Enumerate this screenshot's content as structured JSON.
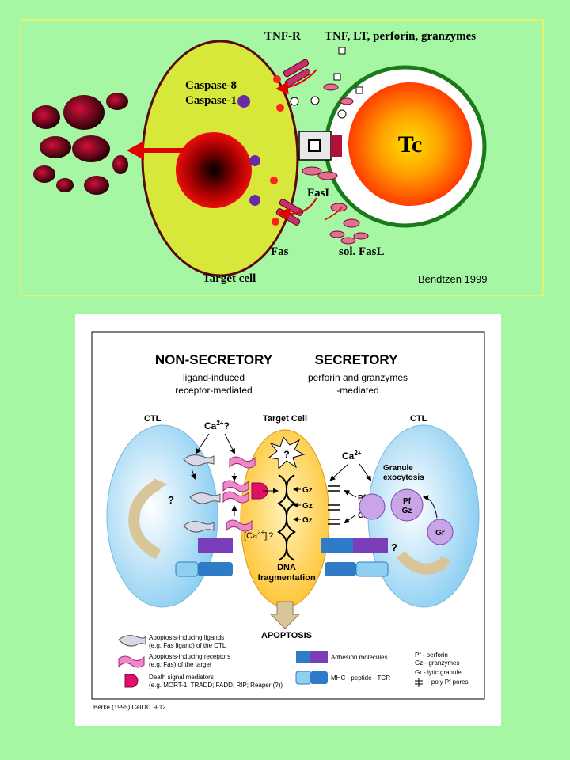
{
  "top_figure": {
    "labels": {
      "tnfr": "TNF-R",
      "tnf_list": "TNF, LT, perforin, granzymes",
      "caspase8": "Caspase-8",
      "caspase1": "Caspase-1",
      "tc": "Tc",
      "fasl": "FasL",
      "fas": "Fas",
      "sol_fasl": "sol. FasL",
      "target_cell": "Target cell",
      "credit": "Bendtzen 1999"
    }
  },
  "bottom_figure": {
    "labels": {
      "non_secretory": "NON-SECRETORY",
      "non_secretory_sub1": "ligand-induced",
      "non_secretory_sub2": "receptor-mediated",
      "secretory": "SECRETORY",
      "secretory_sub1": "perforin and granzymes",
      "secretory_sub2": "-mediated",
      "ctl_left": "CTL",
      "target_cell": "Target Cell",
      "ctl_right": "CTL",
      "ca_left": "Ca",
      "ca_left_sup": "2+",
      "ca_left_q": "?",
      "ca_right": "Ca",
      "ca_right_sup": "2+",
      "q_star": "?",
      "q_left": "?",
      "q_right": "?",
      "granule_exocytosis1": "Granule",
      "granule_exocytosis2": "exocytosis",
      "gz1": "Gz",
      "gz2": "Gz",
      "gz3": "Gz",
      "gz4": "Gz",
      "pf1": "Pf",
      "pf2": "Pf",
      "pf2_gz": "Gz",
      "gr": "Gr",
      "ca_i": "[Ca",
      "ca_i_sup": "2+",
      "ca_i_end": "]",
      "ca_i_sub": "i",
      "ca_i_q": "?",
      "dna1": "DNA",
      "dna2": "fragmentation",
      "apoptosis": "APOPTOSIS",
      "legend_ligands1": "Apoptosis-inducing ligands",
      "legend_ligands2": "(e.g. Fas ligand) of the CTL",
      "legend_receptors1": "Apoptosis-inducing receptors",
      "legend_receptors2": "(e.g. Fas) of the target",
      "legend_mediators1": "Death signal mediators",
      "legend_mediators2": "(e.g. MORT-1; TRADD; FADD; RIP; Reaper (?))",
      "legend_adhesion": "Adhesion molecules",
      "legend_mhc": "MHC - peptide - TCR",
      "legend_pf": "Pf  - perforin",
      "legend_gz": "Gz  - granzymes",
      "legend_gr": "Gr  - lytic granule",
      "legend_pores": "- poly Pf pores",
      "citation": "Berke (1995) Cell 81 9-12"
    }
  },
  "colors": {
    "page_bg": "#a6f7a3",
    "target_cell_top": "#d8e83a",
    "tc_outer": "#ffffff",
    "tc_ring": "#1a7a1a",
    "tc_core": "#ff9a00",
    "nucleus": "#c00000",
    "apoptotic_bodies": "#6a0010",
    "arrow": "#e00000",
    "ctl_blue": "#9fd6f5",
    "target_yellow": "#ffd24a",
    "purple": "#8e4fc0",
    "blue_block": "#1f78c8"
  }
}
